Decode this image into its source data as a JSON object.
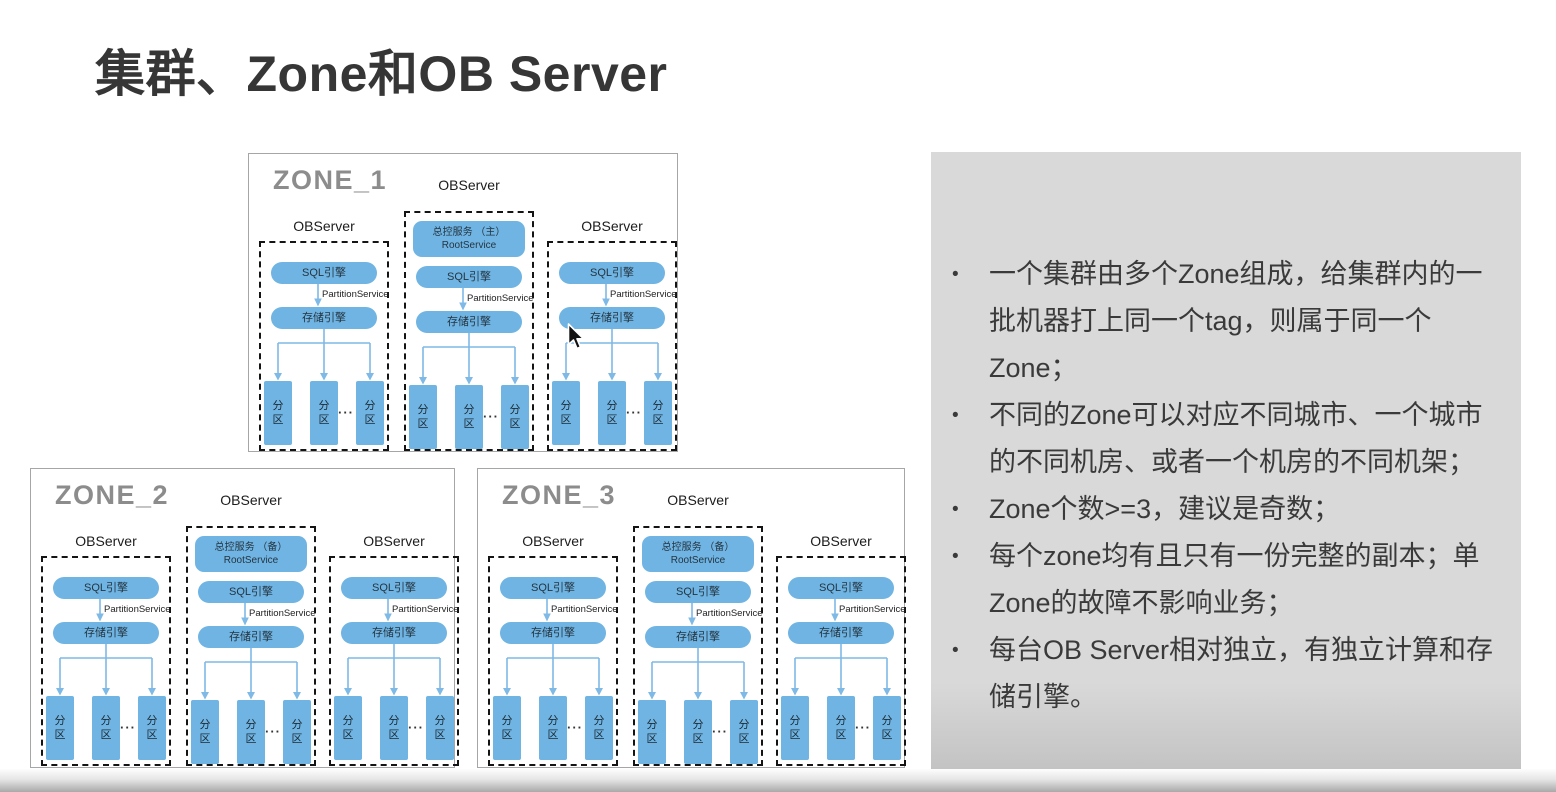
{
  "slide": {
    "title": "集群、Zone和OB Server"
  },
  "labels": {
    "observer": "OBServer",
    "sql_engine": "SQL引擎",
    "partition_service": "PartitionService",
    "storage_engine": "存储引擎",
    "root_service": "RootService",
    "partition_char1": "分",
    "partition_char2": "区",
    "ellipsis": "···",
    "bullet_marker": "•"
  },
  "zones": [
    {
      "name": "ZONE_1",
      "root_service_role": "总控服务 （主）"
    },
    {
      "name": "ZONE_2",
      "root_service_role": "总控服务 （备）"
    },
    {
      "name": "ZONE_3",
      "root_service_role": "总控服务 （备）"
    }
  ],
  "notes": {
    "bullets": [
      "一个集群由多个Zone组成，给集群内的一批机器打上同一个tag，则属于同一个Zone；",
      "不同的Zone可以对应不同城市、一个城市的不同机房、或者一个机房的不同机架；",
      "Zone个数>=3，建议是奇数；",
      "每个zone均有且只有一份完整的副本；单Zone的故障不影响业务；",
      "每台OB Server相对独立，有独立计算和存储引擎。"
    ]
  },
  "colors": {
    "box_blue": "#6fb4e3",
    "arrow_blue": "#7fb9e6",
    "panel_gray": "#d9d9d9",
    "zone_title_gray": "#8c8c8c",
    "title_dark": "#363636",
    "body_text": "#3a3a3a"
  }
}
